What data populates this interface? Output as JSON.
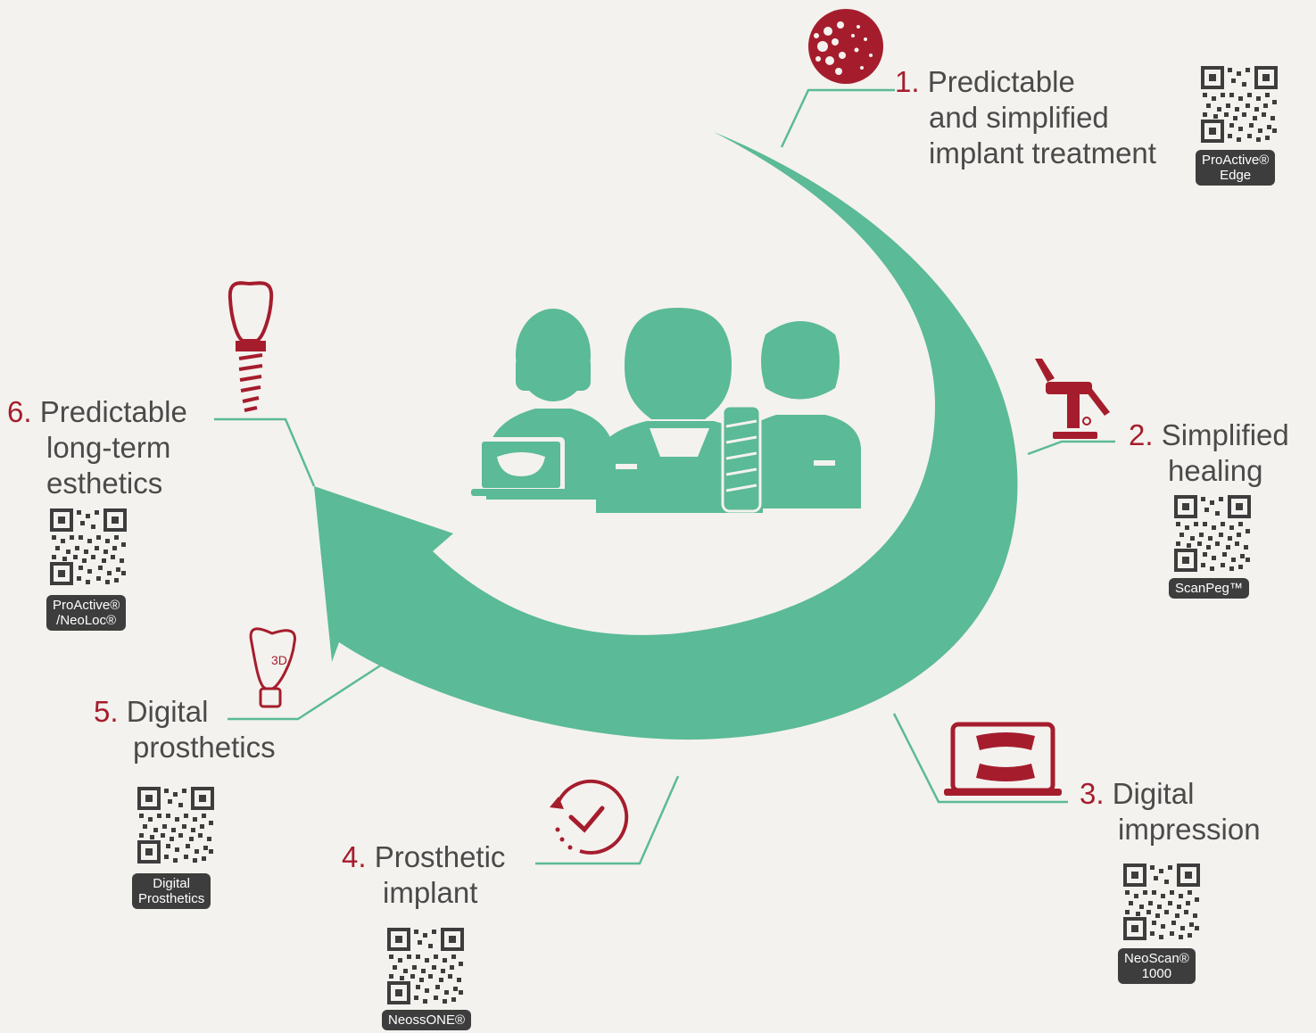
{
  "colors": {
    "background": "#f4f2ee",
    "arrow": "#5bba97",
    "accent": "#a51d2d",
    "text": "#4a4a4a",
    "badge": "#3d3d3d"
  },
  "steps": [
    {
      "number": "1.",
      "lines": [
        "Predictable",
        "and simplified",
        "implant treatment"
      ],
      "badge": [
        "ProActive®",
        "Edge"
      ],
      "icon": "bone-texture-icon"
    },
    {
      "number": "2.",
      "lines": [
        "Simplified",
        "healing"
      ],
      "badge": [
        "ScanPeg™"
      ],
      "icon": "dental-chair-icon"
    },
    {
      "number": "3.",
      "lines": [
        "Digital",
        "impression"
      ],
      "badge": [
        "NeoScan®",
        "1000"
      ],
      "icon": "laptop-teeth-icon"
    },
    {
      "number": "4.",
      "lines": [
        "Prosthetic",
        "implant"
      ],
      "badge": [
        "NeossONE®"
      ],
      "icon": "clock-check-icon"
    },
    {
      "number": "5.",
      "lines": [
        "Digital",
        "prosthetics"
      ],
      "badge": [
        "Digital",
        "Prosthetics"
      ],
      "icon": "3d-crown-icon"
    },
    {
      "number": "6.",
      "lines": [
        "Predictable",
        "long-term",
        "esthetics"
      ],
      "badge": [
        "ProActive®",
        "/NeoLoc®"
      ],
      "icon": "implant-crown-icon"
    }
  ],
  "center": {
    "icon": "dental-team-icon"
  }
}
